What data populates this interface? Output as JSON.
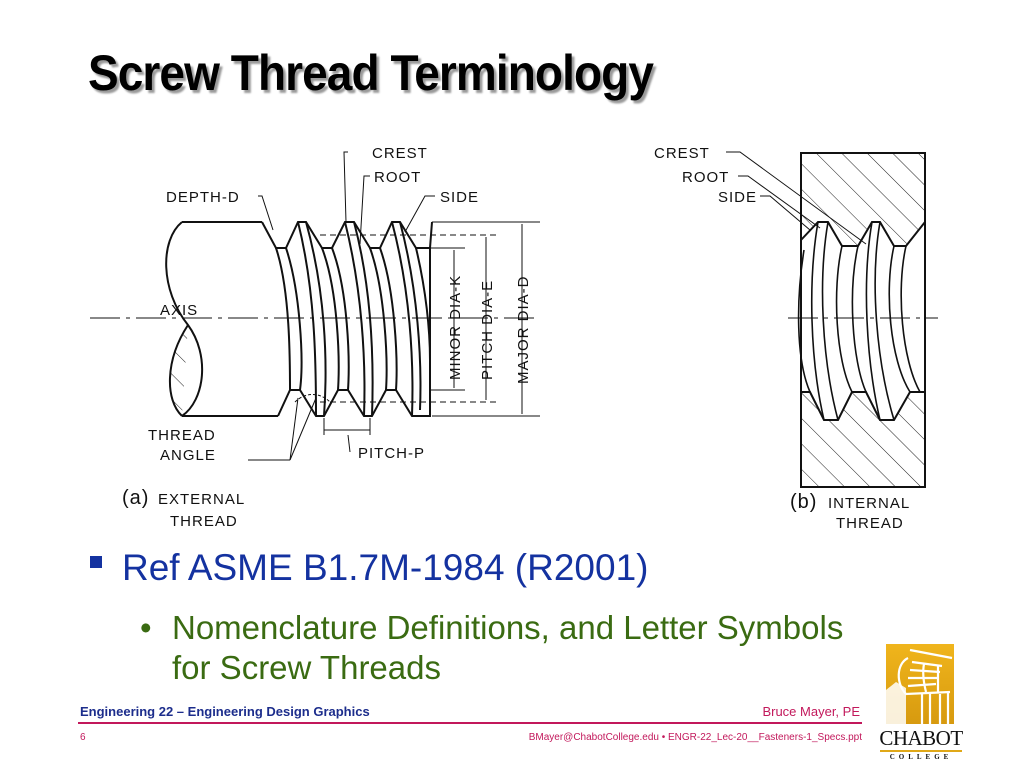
{
  "slide": {
    "title": "Screw Thread Terminology",
    "bullets": [
      {
        "level": 1,
        "text": "Ref ASME B1.7M-1984 (R2001)",
        "color": "#1432a0"
      },
      {
        "level": 2,
        "text": "Nomenclature Definitions, and Letter Symbols for Screw Threads",
        "color": "#3a6b12"
      }
    ]
  },
  "figure": {
    "external": {
      "caption_prefix": "(a)",
      "caption_line1": "EXTERNAL",
      "caption_line2": "THREAD",
      "labels": {
        "crest": "CREST",
        "root": "ROOT",
        "side": "SIDE",
        "depth": "DEPTH-D",
        "axis": "AXIS",
        "minor_dia": "MINOR DIA-K",
        "pitch_dia": "PITCH DIA-E",
        "major_dia": "MAJOR DIA-D",
        "thread_angle_1": "THREAD",
        "thread_angle_2": "ANGLE",
        "pitch": "PITCH-P"
      }
    },
    "internal": {
      "caption_prefix": "(b)",
      "caption_line1": "INTERNAL",
      "caption_line2": "THREAD",
      "labels": {
        "crest": "CREST",
        "root": "ROOT",
        "side": "SIDE"
      }
    }
  },
  "footer": {
    "course": "Engineering 22 – Engineering Design Graphics",
    "author": "Bruce Mayer, PE",
    "page_number": "6",
    "email_file": "BMayer@ChabotCollege.edu  • ENGR-22_Lec-20__Fasteners-1_Specs.ppt"
  },
  "logo": {
    "name": "CHABOT",
    "sub": "COLLEGE",
    "color": "#e0a818"
  }
}
